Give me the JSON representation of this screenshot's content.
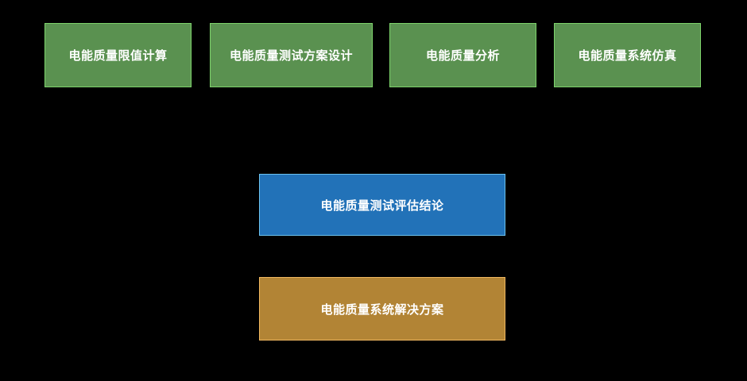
{
  "diagram": {
    "top_row": [
      {
        "label": "电能质量限值计算",
        "color": "#5a9150"
      },
      {
        "label": "电能质量测试方案设计",
        "color": "#5a9150"
      },
      {
        "label": "电能质量分析",
        "color": "#5a9150"
      },
      {
        "label": "电能质量系统仿真",
        "color": "#5a9150"
      }
    ],
    "evaluation": {
      "label": "电能质量测试评估结论",
      "color": "#2272b8"
    },
    "solution": {
      "label": "电能质量系统解决方案",
      "color": "#b28435"
    }
  }
}
